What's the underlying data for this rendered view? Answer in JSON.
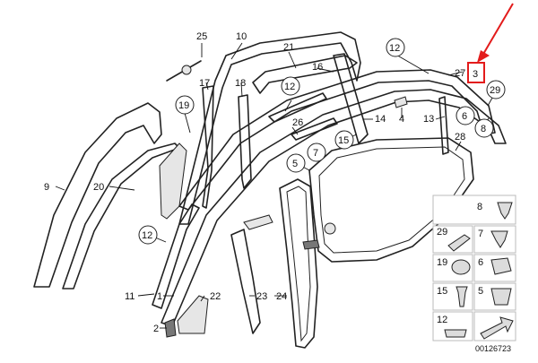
{
  "diagram": {
    "drawing_number": "00126723",
    "highlight_label": "3",
    "callouts": {
      "c1": "1",
      "c2": "2",
      "c3": "3",
      "c4": "4",
      "c5": "5",
      "c6": "6",
      "c7": "7",
      "c8": "8",
      "c9": "9",
      "c10": "10",
      "c11": "11",
      "c12a": "12",
      "c12b": "12",
      "c12c": "12",
      "c13": "13",
      "c14": "14",
      "c15": "15",
      "c16": "16",
      "c17": "17",
      "c18": "18",
      "c19": "19",
      "c20": "20",
      "c21": "21",
      "c22": "22",
      "c23": "23",
      "c24": "24",
      "c25": "25",
      "c26": "26",
      "c27": "27",
      "c28": "28",
      "c29": "29"
    },
    "legend": [
      {
        "label": "8",
        "icon": "push-clip-icon"
      },
      {
        "label": "29",
        "icon": "slide-clip-icon"
      },
      {
        "label": "7",
        "icon": "expanding-clip-icon"
      },
      {
        "label": "19",
        "icon": "round-clip-icon"
      },
      {
        "label": "6",
        "icon": "bracket-clip-icon"
      },
      {
        "label": "15",
        "icon": "screw-icon"
      },
      {
        "label": "5",
        "icon": "retainer-clip-icon"
      },
      {
        "label": "12",
        "icon": "spring-clip-icon"
      },
      {
        "label": "",
        "icon": "arrow-sticker-icon"
      }
    ]
  }
}
